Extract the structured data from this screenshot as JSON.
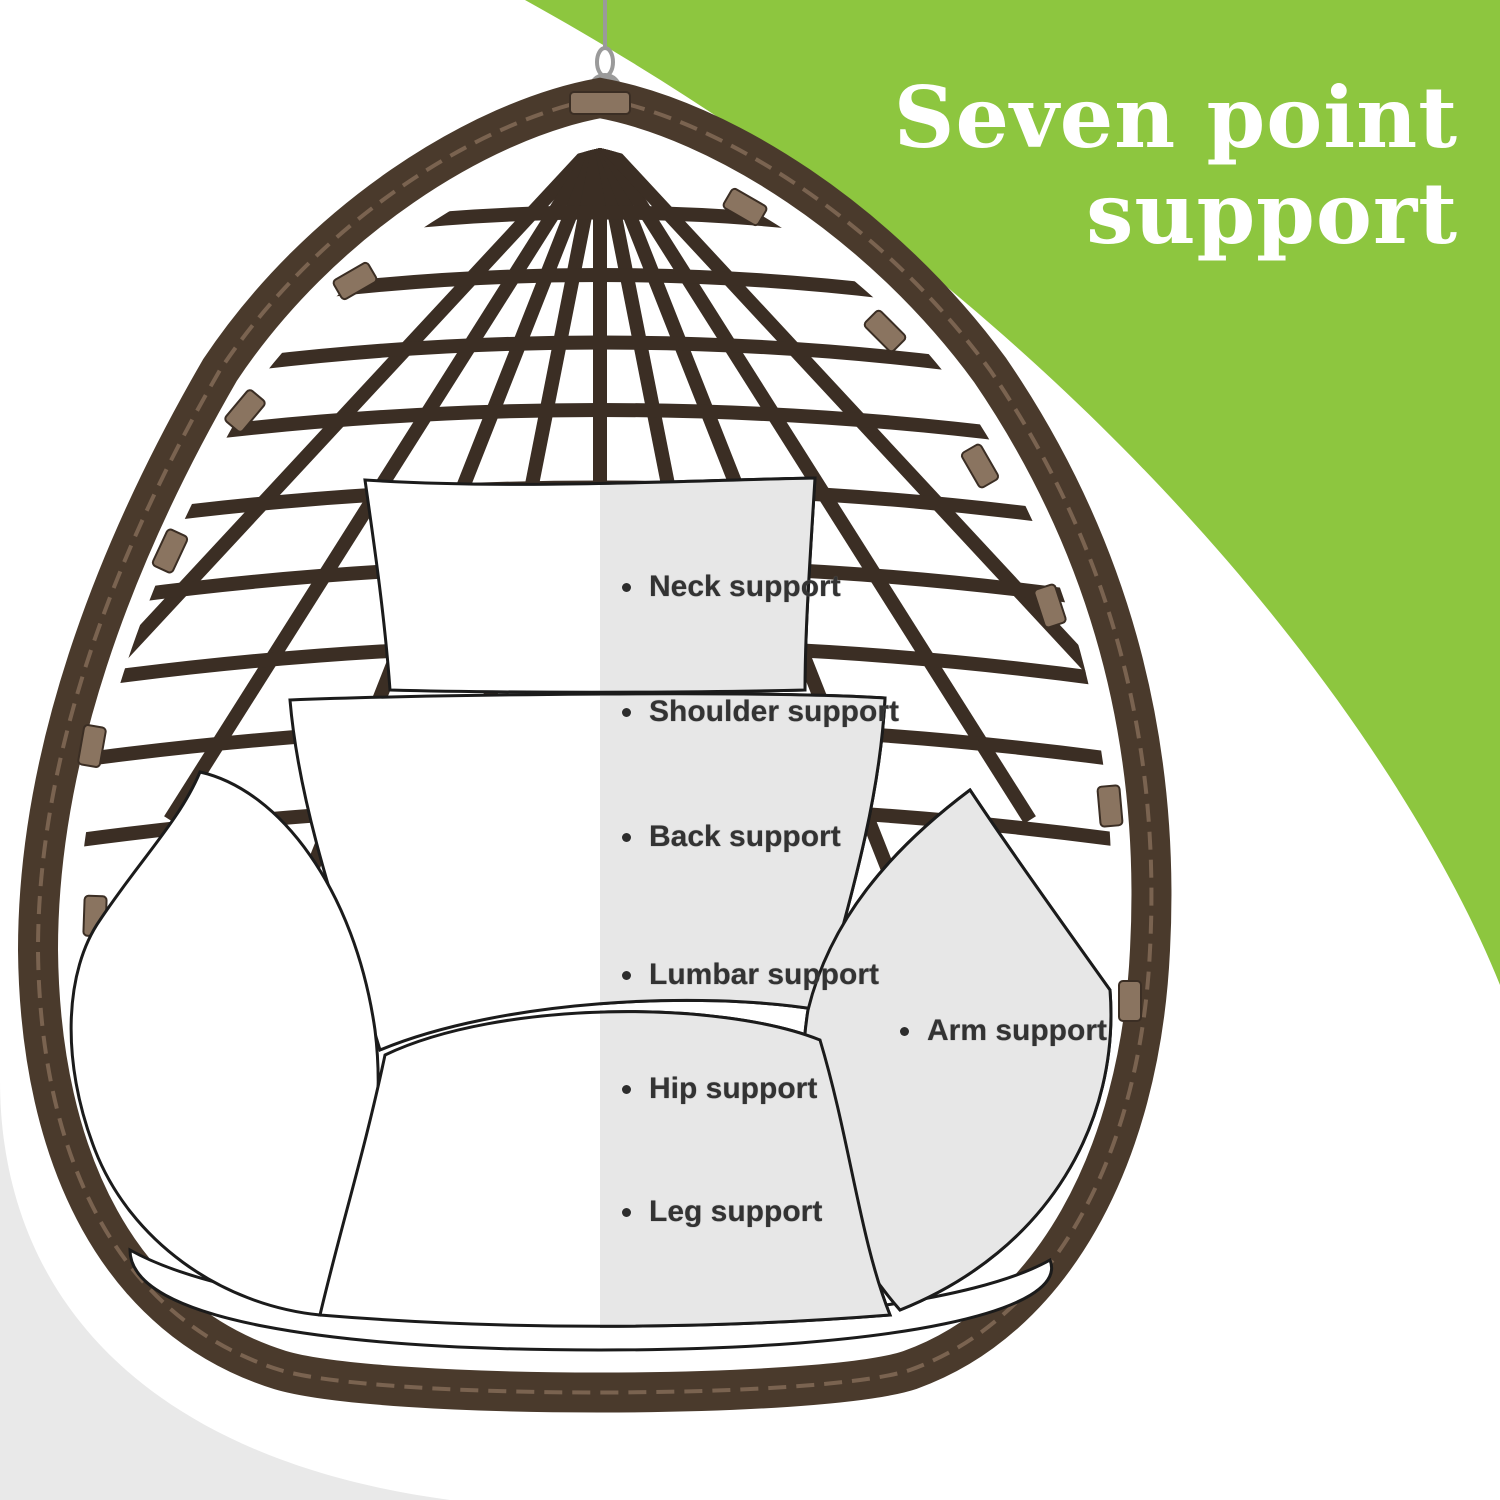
{
  "colors": {
    "accent_green": "#8dc63f",
    "rattan_brown": "#4a3a2c",
    "cushion_white": "#ffffff",
    "shade_gray": "#e7e7e7",
    "label_text": "#333333"
  },
  "title": {
    "line1": "Seven point",
    "line2": "support"
  },
  "labels": [
    {
      "id": "neck",
      "text": "Neck support"
    },
    {
      "id": "shoulder",
      "text": "Shoulder support"
    },
    {
      "id": "back",
      "text": "Back support"
    },
    {
      "id": "lumbar",
      "text": "Lumbar support"
    },
    {
      "id": "arm",
      "text": "Arm support"
    },
    {
      "id": "hip",
      "text": "Hip support"
    },
    {
      "id": "leg",
      "text": "Leg support"
    }
  ]
}
